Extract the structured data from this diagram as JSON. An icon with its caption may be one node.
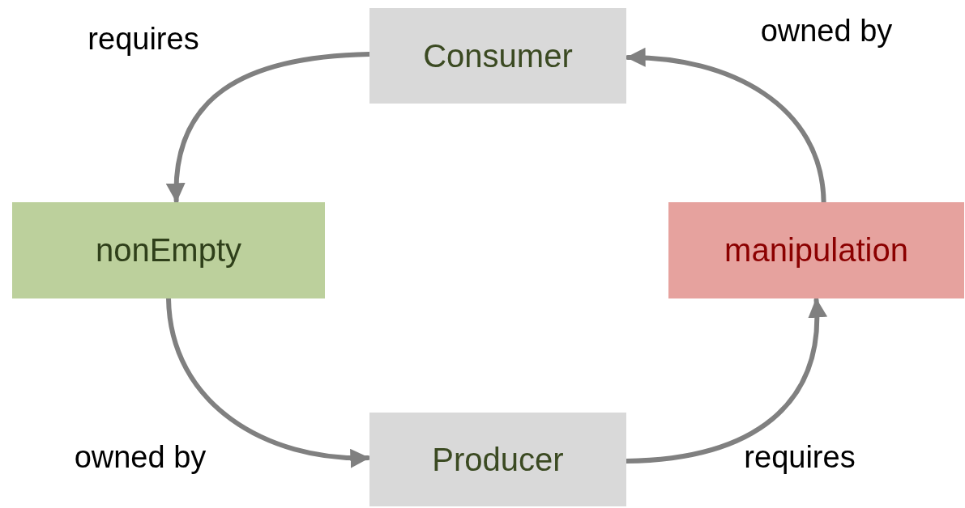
{
  "diagram": {
    "nodes": [
      {
        "text": [
          "Consumer"
        ]
      },
      {
        "text": [
          "nonEmpty"
        ]
      },
      {
        "text": [
          "manipulation"
        ]
      },
      {
        "text": [
          "Producer"
        ]
      }
    ],
    "edges": [
      {
        "from": 0,
        "to": 1,
        "arrow": "to",
        "label": "requires"
      },
      {
        "from": 1,
        "to": 3,
        "arrow": "to",
        "label": "owned by"
      },
      {
        "from": 3,
        "to": 2,
        "arrow": "to",
        "label": "requires"
      },
      {
        "from": 2,
        "to": 0,
        "arrow": "to",
        "label": "owned by"
      }
    ]
  }
}
